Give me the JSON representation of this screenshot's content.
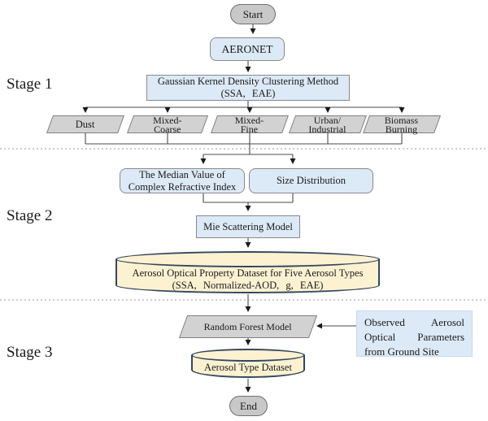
{
  "stages": {
    "s1": "Stage 1",
    "s2": "Stage 2",
    "s3": "Stage 3"
  },
  "nodes": {
    "start": "Start",
    "aeronet": "AERONET",
    "gaussian_line1": "Gaussian Kernel Density Clustering Method",
    "gaussian_line2": "(SSA, EAE)",
    "types": [
      {
        "l1": "Dust"
      },
      {
        "l1": "Mixed-",
        "l2": "Coarse"
      },
      {
        "l1": "Mixed-",
        "l2": "Fine"
      },
      {
        "l1": "Urban/",
        "l2": "Industrial"
      },
      {
        "l1": "Biomass",
        "l2": "Burning"
      }
    ],
    "median_l1": "The Median Value of",
    "median_l2": "Complex Refractive Index",
    "size_distribution": "Size Distribution",
    "mie": "Mie Scattering Model",
    "dataset1_l1": "Aerosol Optical Property Dataset for Five Aerosol Types",
    "dataset1_l2": "(SSA, Normalized-AOD, g, EAE)",
    "random_forest": "Random Forest Model",
    "observed": "Observed Aerosol Optical Parameters from Ground Site",
    "dataset2": "Aerosol Type Dataset",
    "end": "End"
  },
  "colors": {
    "node_blue": "#dce9f6",
    "node_gray": "#d2d2d2",
    "terminal_gray": "#c8c8c8",
    "dataset_cream": "#fcf2d2",
    "dataset_border": "#33475e",
    "connector": "#4a4a4a"
  }
}
